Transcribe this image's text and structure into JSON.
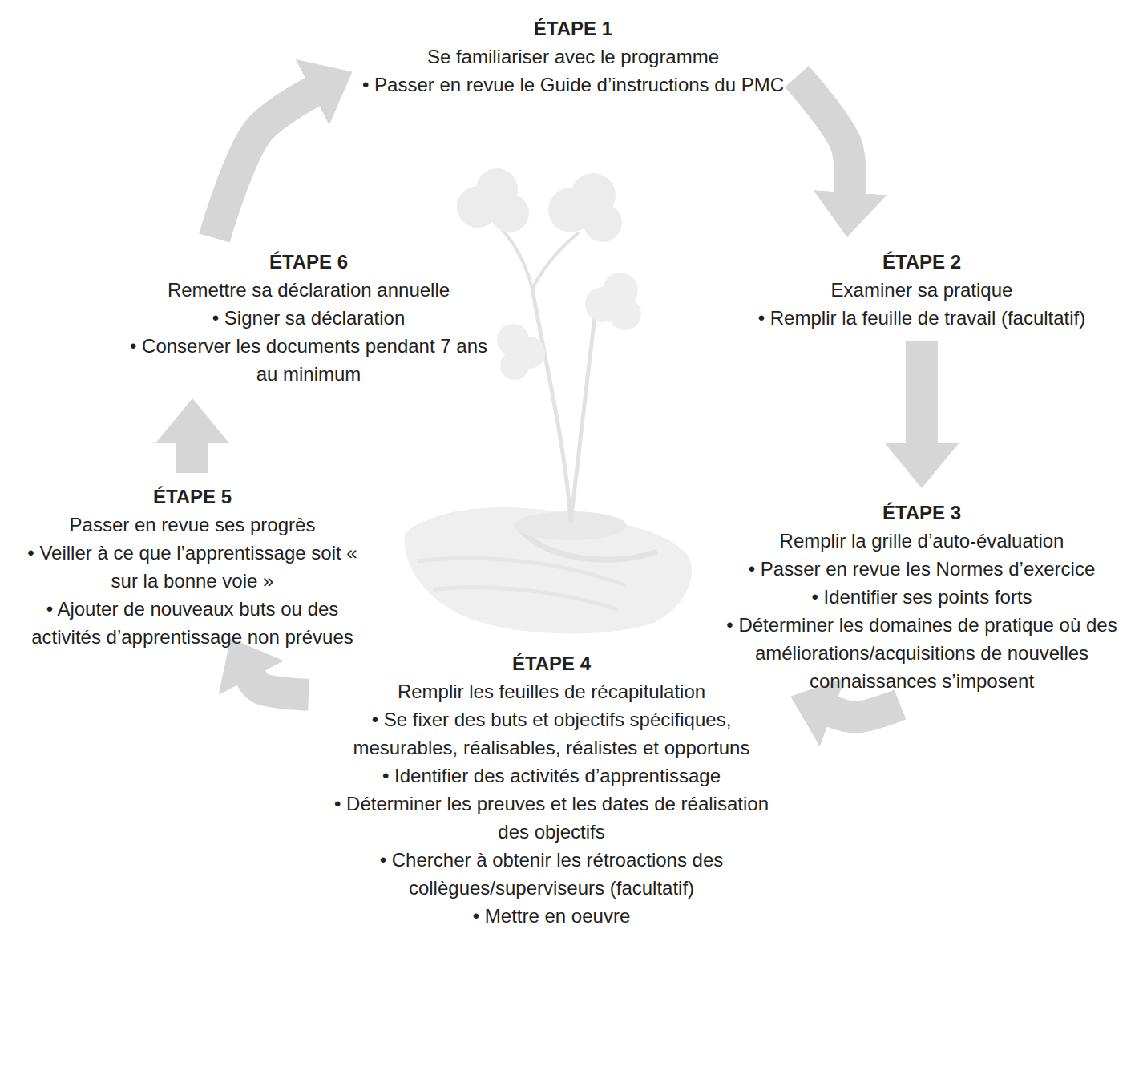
{
  "diagram": {
    "nodes": [
      {
        "text": [
          "ÉTAPE 1",
          "Se familiariser avec le programme",
          "• Passer en revue le Guide d’instructions du PMC"
        ]
      },
      {
        "text": [
          "ÉTAPE 2",
          "Examiner sa pratique",
          "• Remplir la feuille de travail (facultatif)"
        ]
      },
      {
        "text": [
          "ÉTAPE 3",
          "Remplir la grille d’auto-évaluation",
          "• Passer en revue les Normes d’exercice",
          "• Identifier ses points forts",
          "• Déterminer les domaines de pratique où des améliorations/acquisitions de nouvelles connaissances s’imposent"
        ]
      },
      {
        "text": [
          "ÉTAPE 4",
          "Remplir les feuilles de récapitulation",
          "• Se fixer des buts et objectifs spécifiques, mesurables, réalisables, réalistes et opportuns",
          "• Identifier des activités d’apprentissage",
          "• Déterminer les preuves et les dates de réalisation des objectifs",
          "• Chercher à obtenir les rétroactions des collègues/superviseurs (facultatif)",
          "• Mettre en oeuvre"
        ]
      },
      {
        "text": [
          "ÉTAPE 5",
          "Passer en revue ses progrès",
          "• Veiller à ce que l’apprentissage soit « sur la bonne voie »",
          "• Ajouter de nouveaux buts ou des activités d’apprentissage non prévues"
        ]
      },
      {
        "text": [
          "ÉTAPE 6",
          "Remettre sa déclaration annuelle",
          "• Signer sa déclaration",
          "• Conserver les documents pendant 7 ans au minimum"
        ]
      }
    ],
    "edges": [
      {
        "from": 0,
        "to": 1,
        "arrow": "to"
      },
      {
        "from": 1,
        "to": 2,
        "arrow": "to"
      },
      {
        "from": 2,
        "to": 3,
        "arrow": "to"
      },
      {
        "from": 3,
        "to": 4,
        "arrow": "to"
      },
      {
        "from": 4,
        "to": 5,
        "arrow": "to"
      },
      {
        "from": 5,
        "to": 0,
        "arrow": "to"
      }
    ]
  }
}
